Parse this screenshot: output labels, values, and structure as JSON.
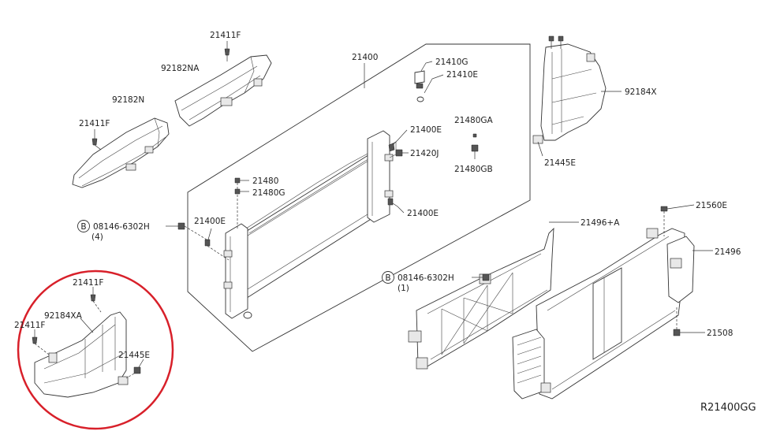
{
  "labels": {
    "l21411F_top": "21411F",
    "l92182NA": "92182NA",
    "l92182N": "92182N",
    "l21411F_left": "21411F",
    "l21400": "21400",
    "l21410G": "21410G",
    "l21410E": "21410E",
    "l21400E_top": "21400E",
    "l21480GA": "21480GA",
    "l21420J": "21420J",
    "l21480GB": "21480GB",
    "l21480": "21480",
    "l21480G": "21480G",
    "l21400E_mid": "21400E",
    "l21400E_right": "21400E",
    "l92184X": "92184X",
    "l21445E_top": "21445E",
    "l08146_left": "08146-6302H",
    "l08146_left_qty": "(4)",
    "l21496A": "21496+A",
    "l21560E": "21560E",
    "l21496": "21496",
    "l08146_mid": "08146-6302H",
    "l08146_mid_qty": "(1)",
    "l21508": "21508",
    "l21411F_circ_top": "21411F",
    "l92184XA": "92184XA",
    "l21411F_circ_left": "21411F",
    "l21445E_circ": "21445E",
    "bolt_badge_left": "B",
    "bolt_badge_mid": "B",
    "ref_code": "R21400GG"
  },
  "colors": {
    "highlight_circle": "#d8202a",
    "line": "#333333"
  }
}
